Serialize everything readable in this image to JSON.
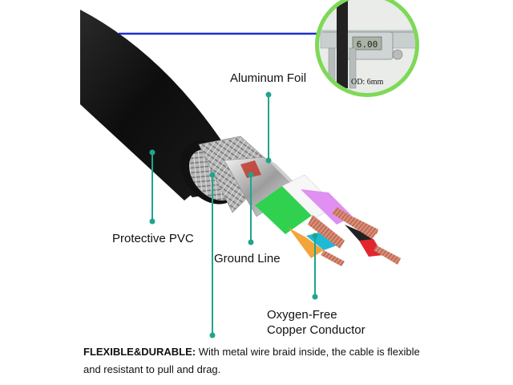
{
  "labels": {
    "aluminum_foil": "Aluminum Foil",
    "protective_pvc": "Protective PVC",
    "ground_line": "Ground Line",
    "oxygen_free_line1": "Oxygen-Free",
    "oxygen_free_line2": "Copper Conductor"
  },
  "inset": {
    "od_label": "OD: 6mm",
    "caliper_reading": "6.00"
  },
  "caption": {
    "heading": "FLEXIBLE&DURABLE:",
    "text": " With metal wire braid inside, the cable is flexible and resistant to pull and drag."
  },
  "colors": {
    "callout_teal": "#1fa58c",
    "inset_ring_green": "#7ed957",
    "pointer_blue": "#1e2fd0",
    "jacket_black": "#141414"
  }
}
